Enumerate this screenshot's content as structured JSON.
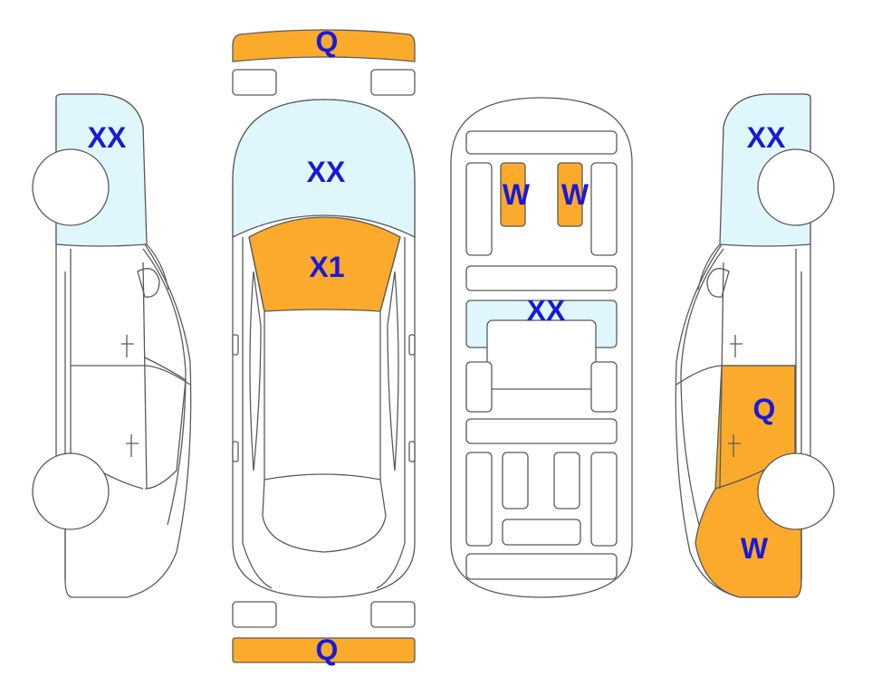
{
  "colors": {
    "damage_fill": "#fbaa2c",
    "glass_fill": "#dff6fd",
    "label_text": "#1a1ad6",
    "outline": "#5a5a5a"
  },
  "labels": {
    "front_bumper": "Q",
    "rear_bumper": "Q",
    "top_windshield": "XX",
    "top_hood": "X1",
    "left_windshield": "XX",
    "underside_left_pad": "W",
    "underside_right_pad": "W",
    "underside_center": "XX",
    "right_windshield": "XX",
    "right_rear_door": "Q",
    "right_rear_quarter": "W"
  }
}
